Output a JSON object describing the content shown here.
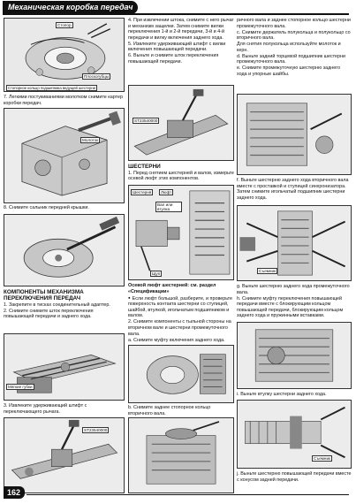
{
  "header": {
    "title": "Механическая коробка передач"
  },
  "page": {
    "number": "162"
  },
  "col1": {
    "fig1_labels": [
      "Стопор",
      "Плоскогубцы",
      "Стопорное кольцо подшипника ведущей шестерни"
    ],
    "step7": "7. Легкими постукиваниями молотком снимите картер коробки передач.",
    "fig2_label": "Молоток",
    "step8": "8. Снимите сальник передней крышки.",
    "section_title": "КОМПОНЕНТЫ МЕХАНИЗМА ПЕРЕКЛЮЧЕНИЯ ПЕРЕДАЧ",
    "step1": "1. Закрепите в тисках соединительный адаптер.",
    "step2": "2. Снимите снимите шток переключения повышающей передачи и заднего хода.",
    "fig4_label": "Мягкие губки",
    "step3": "3. Извлеките удерживающий штифт с переключающего рычага.",
    "fig5_label": "ST23540000"
  },
  "col2": {
    "step4": "4. При извлечении штока, снимите с него рычаг и механизм защелки. Затем снимите вилки переключения 1-й и 2-й передачи, 3-й и 4-й передачи и вилку включения заднего хода.",
    "step5": "5. Извлеките удерживающий штифт с вилки включения повышающей передачи.",
    "step6": "6. Выньте и снимите шток переключения повышающей передачи.",
    "fig1_label": "ST23540000",
    "section_title": "ШЕСТЕРНИ",
    "step1": "1. Перед снятием шестерней и валов, измерьте осевой люфт этих компонентов.",
    "fig2_labels": [
      "Шестерня",
      "Люфт",
      "Вал или втулка",
      "Щуп"
    ],
    "axial_title": "Осевой люфт шестерней: см. раздел «Спецификации»",
    "bullet": "Если люфт большой, разберите, и проверьте поверхность контакта шестерни со ступицей, шайбой, втулкой, игольчатым подшипником и валом.",
    "step2": "2. Снимите компоненты с тыльной стороны на вторичном вале и шестерни промежуточного вала.",
    "step_a": "a. Снимите муфту включения заднего хода.",
    "step_b": "b. Снимите заднее стопорное кольцо вторичного вала."
  },
  "col3": {
    "intro": "ричного вала и заднее стопорное кольцо шестерни промежуточного вала.",
    "step_c": "c. Снимите держатель полукольца и полукольцо со вторичного вала.",
    "step_c_note": "Для снятия полукольца используйте молоток и керн.",
    "step_d": "d. Выньте задний торцевой подшипник шестерни промежуточного вала.",
    "step_e": "e. Снимите промежуточную шестерню заднего хода и упорные шайбы.",
    "step_f": "f. Выньте шестерню заднего хода вторичного вала вместе с проставкой и ступицей синхронизатора. Затем снимите игольчатый подшипник шестерни заднего хода.",
    "fig2_label": "Съемник",
    "step_g": "g. Выньте шестерню заднего хода промежуточного вала.",
    "step_h": "h. Снимите муфту переключения повышающей передачи вместе с блокирующим кольцом повышающей передачи, блокирующим кольцом заднего хода и пружинными вставками.",
    "step_i": "i. Выньте втулку шестерни заднего хода.",
    "fig4_label": "Съемник",
    "step_j": "j. Выньте шестерню повышающей передачи вместе с конусом задней передачи."
  }
}
